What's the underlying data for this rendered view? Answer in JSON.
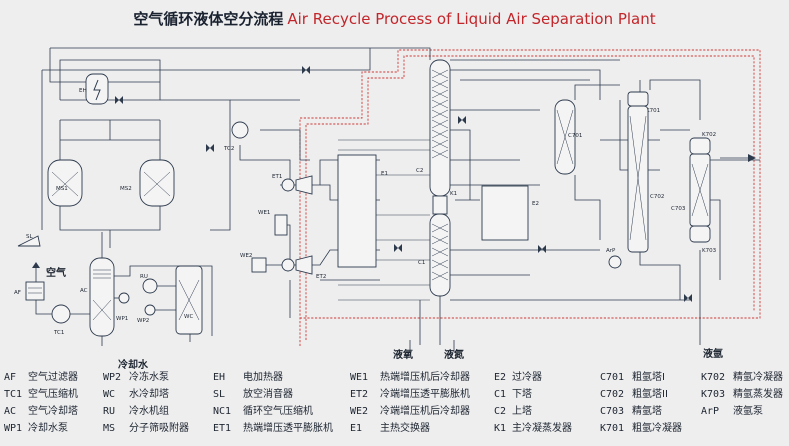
{
  "title": {
    "zh": "空气循环液体空分流程",
    "en": "Air Recycle Process of Liquid Air Separation Plant"
  },
  "labels": {
    "EH": "EH",
    "SL": "SL",
    "MS1": "MS1",
    "MS2": "MS2",
    "TC2": "TC2",
    "ET1": "ET1",
    "WE1": "WE1",
    "WE2": "WE2",
    "ET2": "ET2",
    "E1": "E1",
    "C2": "C2",
    "K1": "K1",
    "C1": "C1",
    "E2": "E2",
    "C701": "C701",
    "K701": "K701",
    "C702": "C702",
    "ArP": "ArP",
    "K702": "K702",
    "C703": "C703",
    "K703": "K703",
    "AF": "AF",
    "AC": "AC",
    "RU": "RU",
    "TC1": "TC1",
    "WP1": "WP1",
    "WP2": "WP2",
    "WC": "WC",
    "air": "空气",
    "cooling_water": "冷却水"
  },
  "outputs": {
    "lox": "液氧",
    "lin": "液氮",
    "lar": "液氩"
  },
  "legend": [
    [
      {
        "code": "AF",
        "name": "空气过滤器"
      },
      {
        "code": "TC1",
        "name": "空气压缩机"
      },
      {
        "code": "AC",
        "name": "空气冷却塔"
      },
      {
        "code": "WP1",
        "name": "冷却水泵"
      }
    ],
    [
      {
        "code": "WP2",
        "name": "冷冻水泵"
      },
      {
        "code": "WC",
        "name": "水冷却塔"
      },
      {
        "code": "RU",
        "name": "冷水机组"
      },
      {
        "code": "MS",
        "name": "分子筛吸附器"
      }
    ],
    [
      {
        "code": "EH",
        "name": "电加热器"
      },
      {
        "code": "SL",
        "name": "放空消音器"
      },
      {
        "code": "NC1",
        "name": "循环空气压缩机"
      },
      {
        "code": "ET1",
        "name": "热端增压透平膨胀机"
      }
    ],
    [
      {
        "code": "WE1",
        "name": "热端增压机后冷却器"
      },
      {
        "code": "ET2",
        "name": "冷端增压透平膨胀机"
      },
      {
        "code": "WE2",
        "name": "冷端增压机后冷却器"
      },
      {
        "code": "E1",
        "name": "主热交换器"
      }
    ],
    [
      {
        "code": "E2",
        "name": "过冷器"
      },
      {
        "code": "C1",
        "name": "下塔"
      },
      {
        "code": "C2",
        "name": "上塔"
      },
      {
        "code": "K1",
        "name": "主冷凝蒸发器"
      }
    ],
    [
      {
        "code": "C701",
        "name": "粗氩塔I"
      },
      {
        "code": "C702",
        "name": "粗氩塔II"
      },
      {
        "code": "C703",
        "name": "精氩塔"
      },
      {
        "code": "K701",
        "name": "粗氩冷凝器"
      }
    ],
    [
      {
        "code": "K702",
        "name": "精氩冷凝器"
      },
      {
        "code": "K703",
        "name": "精氩蒸发器"
      },
      {
        "code": "ArP",
        "name": "液氩泵"
      }
    ]
  ]
}
